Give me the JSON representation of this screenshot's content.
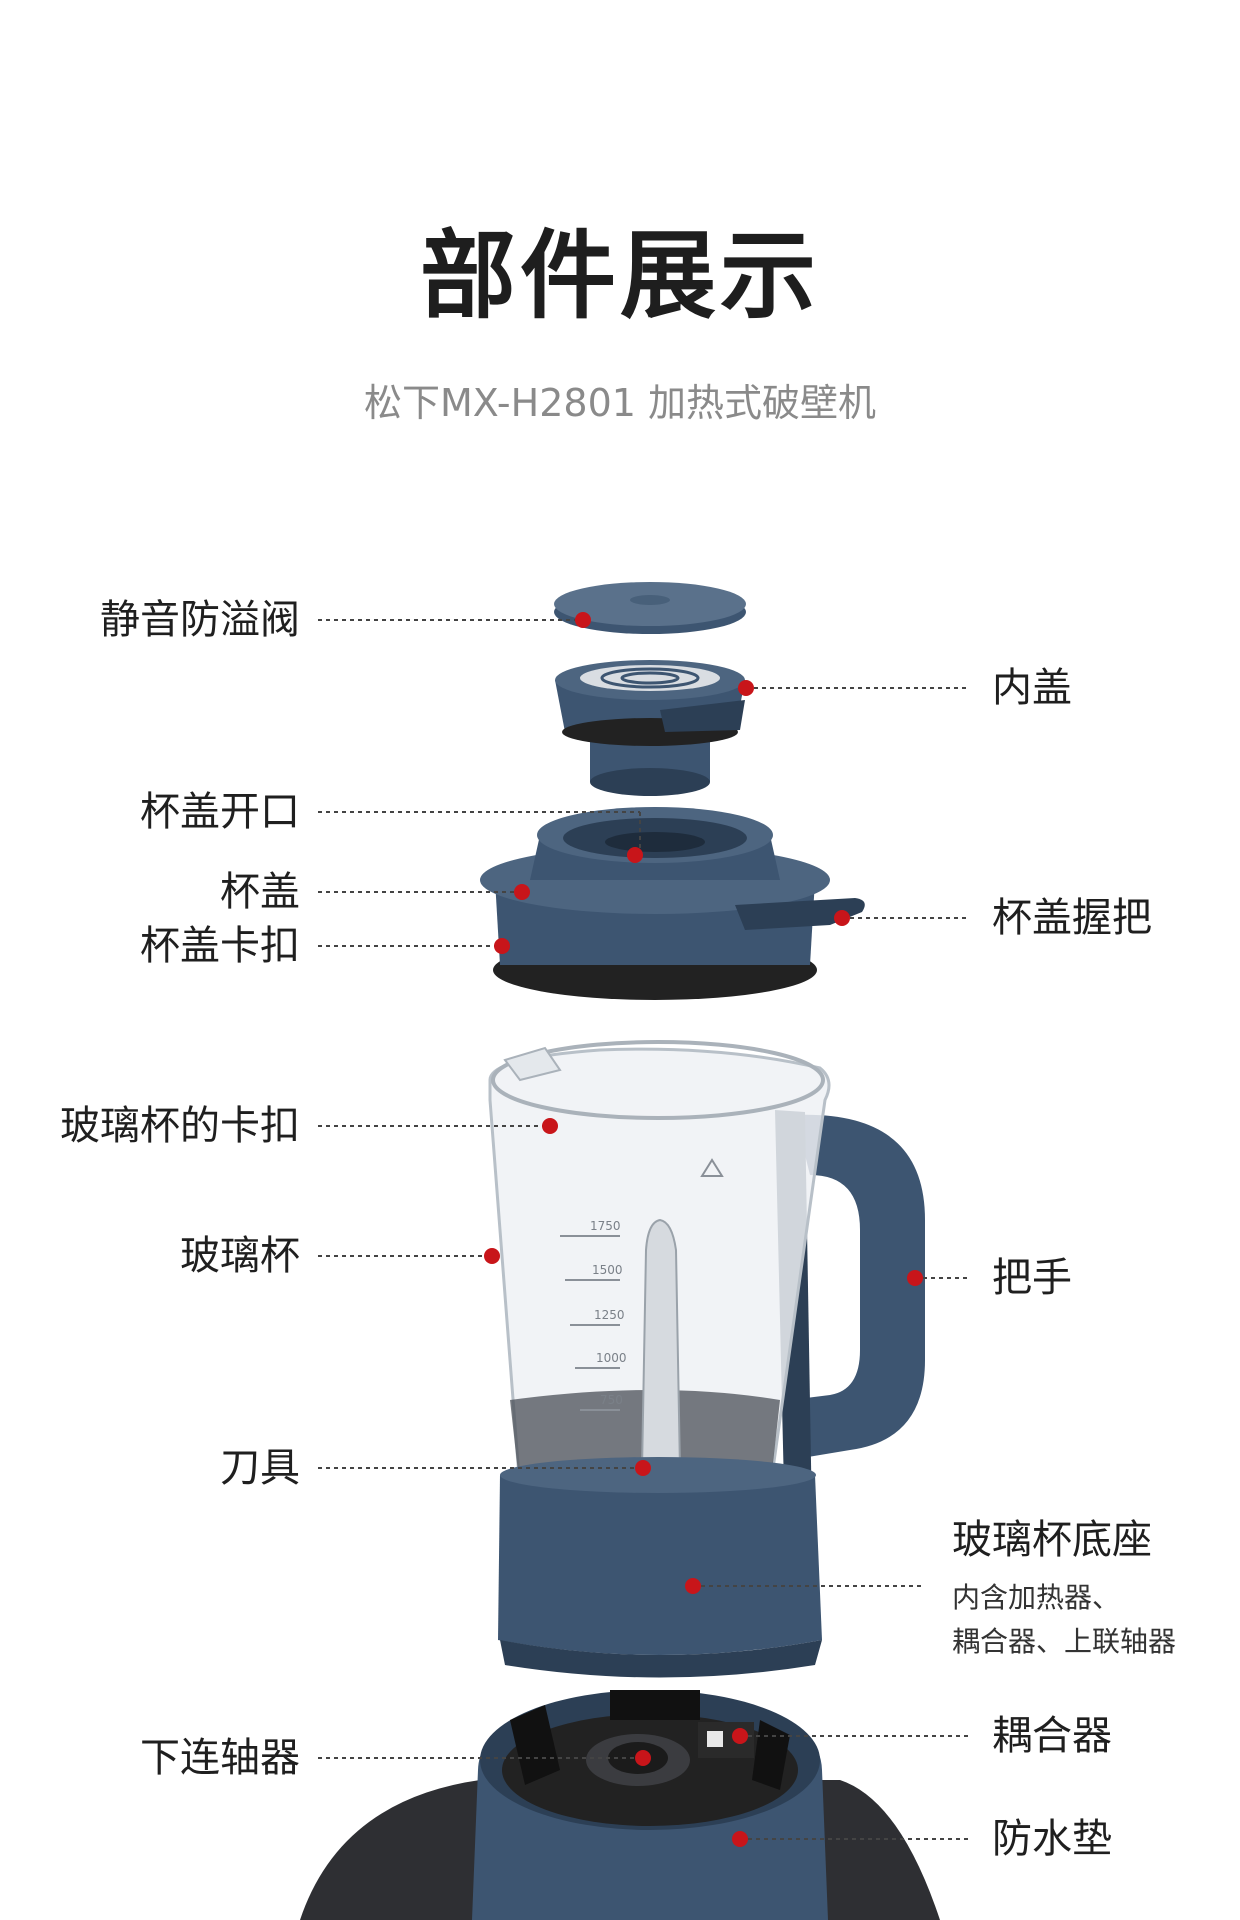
{
  "title": "部件展示",
  "subtitle": "松下MX-H2801 加热式破壁机",
  "colors": {
    "accent_dot": "#c8151a",
    "body_blue": "#3d5571",
    "body_blue_dark": "#2c3f55",
    "gasket_black": "#222222",
    "leader_line": "#444444"
  },
  "callouts": {
    "valve": "静音防溢阀",
    "inner_lid": "内盖",
    "lid_opening": "杯盖开口",
    "lid": "杯盖",
    "lid_clip": "杯盖卡扣",
    "lid_handle": "杯盖握把",
    "jar_clip": "玻璃杯的卡扣",
    "glass_jar": "玻璃杯",
    "handle": "把手",
    "blade": "刀具",
    "jar_base": "玻璃杯底座",
    "jar_base_note_1": "内含加热器、",
    "jar_base_note_2": "耦合器、上联轴器",
    "lower_coupling": "下连轴器",
    "coupler": "耦合器",
    "gasket": "防水垫"
  },
  "jar_markings": [
    "1750",
    "1500",
    "1250",
    "1000",
    "750"
  ]
}
